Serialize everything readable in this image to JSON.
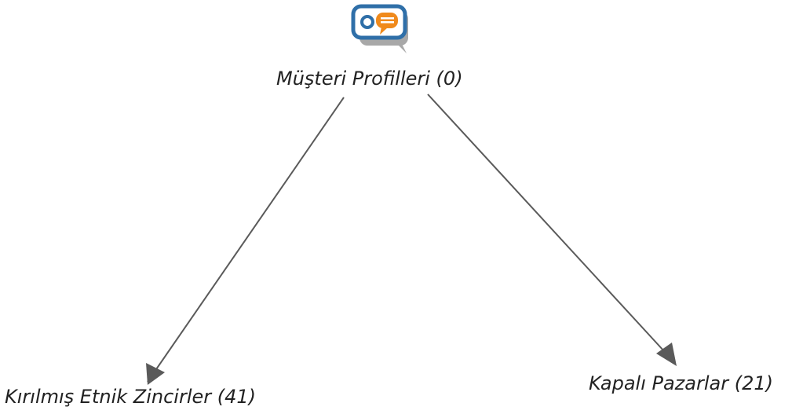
{
  "diagram": {
    "root": {
      "label": "Müşteri Profilleri (0)",
      "icon": "chat-profile-icon"
    },
    "children": [
      {
        "label": "Kırılmış Etnik Zincirler (41)"
      },
      {
        "label": "Kapalı Pazarlar (21)"
      }
    ],
    "edges": [
      {
        "from": "Müşteri Profilleri (0)",
        "to": "Kırılmış Etnik Zincirler (41)"
      },
      {
        "from": "Müşteri Profilleri (0)",
        "to": "Kapalı Pazarlar (21)"
      }
    ],
    "colors": {
      "edge": "#5a5a5a",
      "icon_frame": "#2f6fa8",
      "icon_shadow": "#a8a8a8",
      "icon_bubble": "#f08a1c",
      "text": "#222222"
    }
  }
}
